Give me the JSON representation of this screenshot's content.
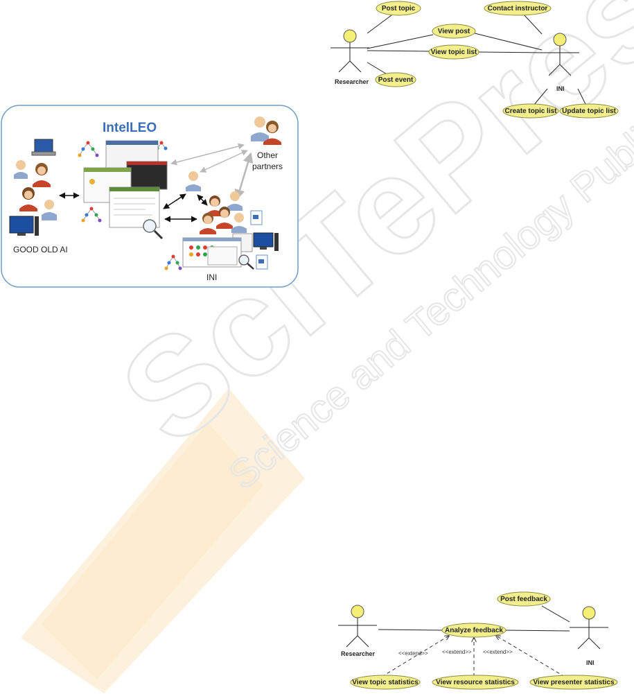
{
  "colors": {
    "usecase_fill": "#f3ef8c",
    "usecase_stroke": "#8a8a3c",
    "actor_head": "#f5f075",
    "frame_stroke": "#6f9bc8",
    "title_blue": "#3a6fb8",
    "watermark_orange": "#f6b24a",
    "watermark_gray": "#e4e4e4"
  },
  "diagram1": {
    "actors": {
      "researcher": "Researcher",
      "ini": "INI"
    },
    "usecases": {
      "post_topic": "Post topic",
      "contact_instructor": "Contact instructor",
      "view_post": "View post",
      "view_topic_list": "View topic list",
      "post_event": "Post event",
      "create_topic_list": "Create topic list",
      "update_topic_list": "Update topic list"
    }
  },
  "figure": {
    "title": "IntelLEO",
    "labels": {
      "good_old_ai": "GOOD OLD AI",
      "other_partners_1": "Other",
      "other_partners_2": "partners",
      "ini": "INI"
    }
  },
  "diagram2": {
    "actors": {
      "researcher": "Researcher",
      "ini": "INI"
    },
    "usecases": {
      "post_feedback": "Post feedback",
      "analyze_feedback": "Analyze feedback",
      "view_topic_statistics": "View topic statistics",
      "view_resource_statistics": "View resource statistics",
      "view_presenter_statistics": "View presenter statistics"
    },
    "stereotypes": [
      "<<extend>>",
      "<<extend>>",
      "<<extend>>"
    ]
  },
  "watermark": {
    "name": "SciTePress",
    "tagline": "Science and Technology Publications"
  }
}
